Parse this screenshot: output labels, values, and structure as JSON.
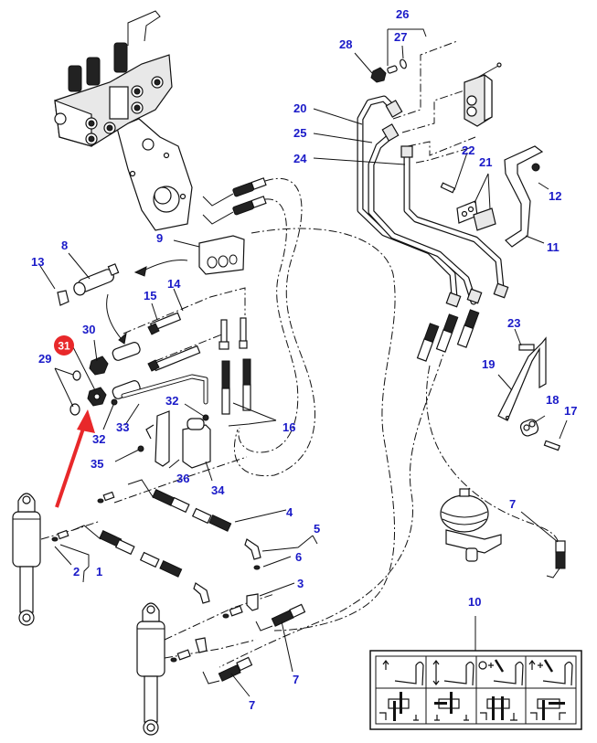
{
  "diagram": {
    "type": "exploded-parts-diagram",
    "subject": "hydraulic suspension / lift cylinder plumbing assembly",
    "label_color": "#1a1ac8",
    "highlight_color": "#e8282a",
    "highlighted_part": "31",
    "callouts": {
      "p1": "1",
      "p2": "2",
      "p3": "3",
      "p4": "4",
      "p5": "5",
      "p6": "6",
      "p7a": "7",
      "p7b": "7",
      "p7c": "7",
      "p8": "8",
      "p9": "9",
      "p10": "10",
      "p11": "11",
      "p12": "12",
      "p13": "13",
      "p14": "14",
      "p15": "15",
      "p16": "16",
      "p17": "17",
      "p18": "18",
      "p19": "19",
      "p20": "20",
      "p21": "21",
      "p22": "22",
      "p23": "23",
      "p24": "24",
      "p25": "25",
      "p26": "26",
      "p27": "27",
      "p28": "28",
      "p29": "29",
      "p30": "30",
      "p31": "31",
      "p32a": "32",
      "p32b": "32",
      "p33": "33",
      "p34": "34",
      "p35": "35",
      "p36": "36"
    },
    "decal": {
      "part": "10",
      "top_row": [
        "up-arrow",
        "up-down-arrows",
        "lock + spring",
        "up-arrow + spring"
      ],
      "bottom_row": [
        "valve-position-1",
        "valve-position-2",
        "valve-position-3",
        "valve-position-4"
      ]
    }
  }
}
